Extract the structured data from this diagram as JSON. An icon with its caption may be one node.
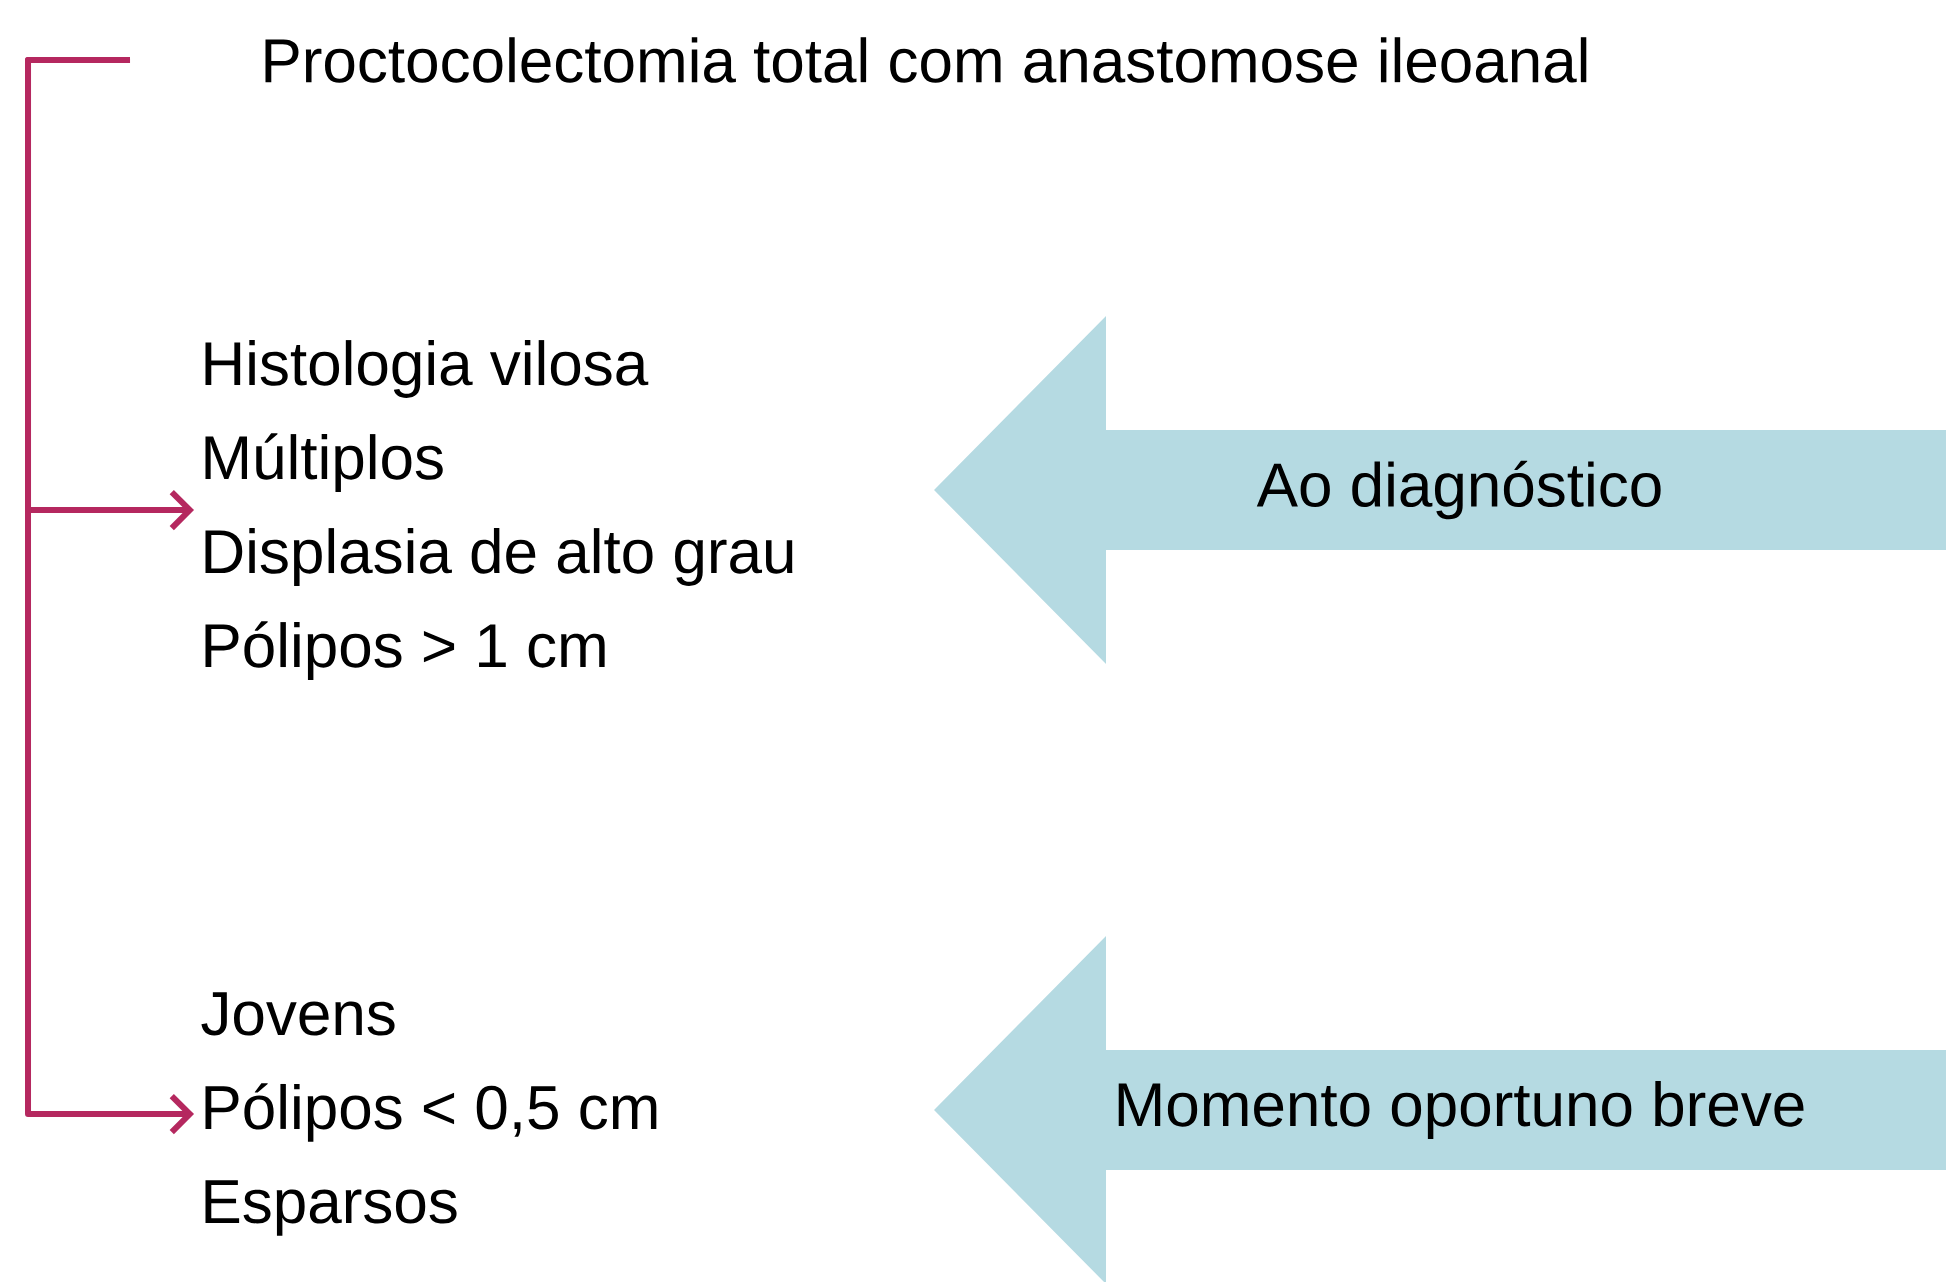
{
  "diagram": {
    "nodes": [
      {
        "text": [
          "Proctocolectomia total com anastomose ileoanal"
        ]
      },
      {
        "text": [
          "Histologia vilosa",
          "Múltiplos",
          "Displasia de alto grau",
          "Pólipos > 1 cm"
        ]
      },
      {
        "text": [
          "Ao diagnóstico"
        ]
      },
      {
        "text": [
          "Jovens",
          "Pólipos < 0,5 cm",
          "Esparsos"
        ]
      },
      {
        "text": [
          "Momento oportuno breve"
        ]
      }
    ],
    "edges": [
      {
        "from": 0,
        "to": 1,
        "arrow": "to",
        "color": "#b5285f"
      },
      {
        "from": 0,
        "to": 3,
        "arrow": "to",
        "color": "#b5285f"
      }
    ]
  }
}
